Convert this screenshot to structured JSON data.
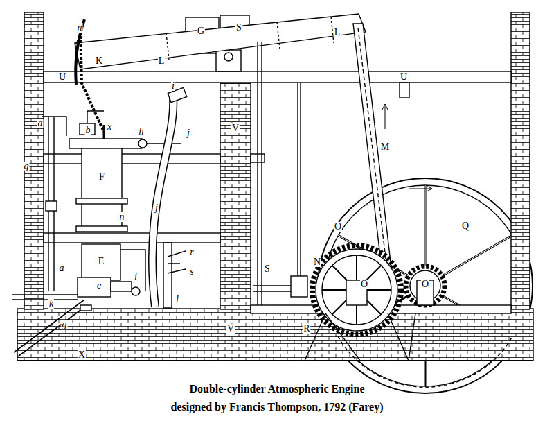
{
  "diagram": {
    "caption": "Double-cylinder Atmospheric Engine designed by Francis Thompson, 1792 (Farey)",
    "labels": [
      "n",
      "G",
      "S",
      "L",
      "L",
      "K",
      "U",
      "U",
      "a",
      "b",
      "x",
      "h",
      "i",
      "j",
      "V",
      "M",
      "g",
      "F",
      "n",
      "j",
      "O",
      "Q",
      "a",
      "E",
      "r",
      "s",
      "S",
      "N",
      "e",
      "i",
      "k",
      "l",
      "O",
      "O",
      "g",
      "X",
      "V",
      "R"
    ]
  }
}
